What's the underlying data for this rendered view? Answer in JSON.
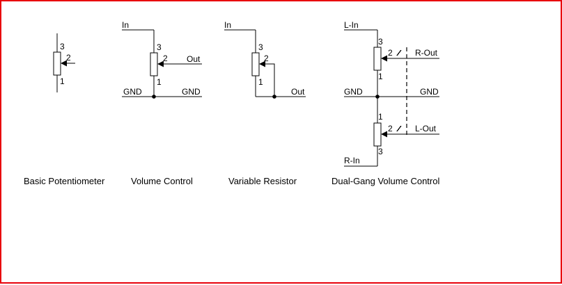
{
  "pins": {
    "one": "1",
    "two": "2",
    "three": "3"
  },
  "basic": {
    "caption": "Basic Potentiometer"
  },
  "volume": {
    "in_label": "In",
    "out_label": "Out",
    "gnd_left": "GND",
    "gnd_right": "GND",
    "caption": "Volume Control"
  },
  "variable": {
    "in_label": "In",
    "out_label": "Out",
    "caption": "Variable Resistor"
  },
  "dual": {
    "l_in": "L-In",
    "r_in": "R-In",
    "r_out": "R-Out",
    "l_out": "L-Out",
    "gnd_left": "GND",
    "gnd_right": "GND",
    "caption": "Dual-Gang Volume Control"
  },
  "colors": {
    "border": "#e8000b",
    "ink": "#000000",
    "background": "#ffffff"
  }
}
